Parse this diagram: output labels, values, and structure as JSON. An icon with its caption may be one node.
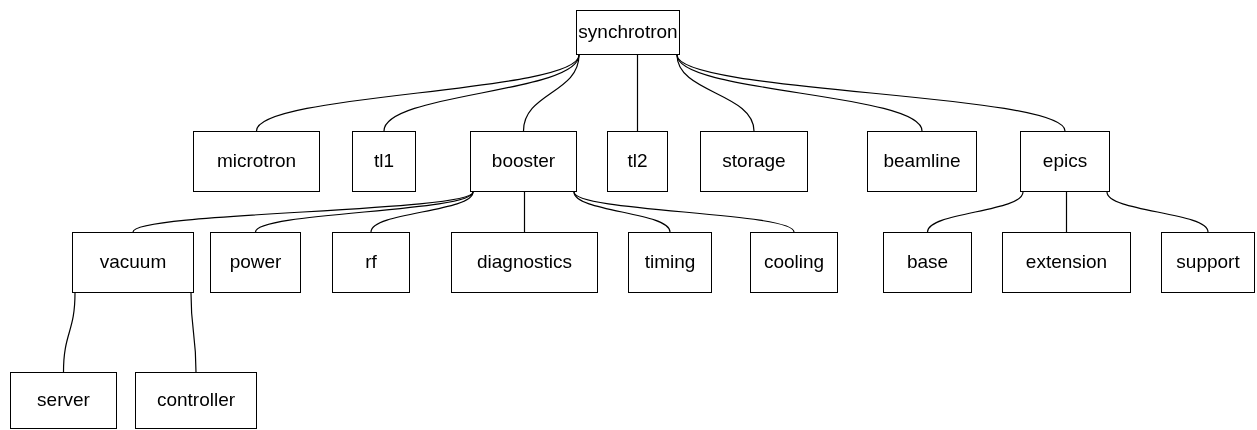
{
  "diagram": {
    "nodes": [
      {
        "text": [
          "synchrotron"
        ]
      },
      {
        "text": [
          "microtron"
        ]
      },
      {
        "text": [
          "tl1"
        ]
      },
      {
        "text": [
          "booster"
        ]
      },
      {
        "text": [
          "tl2"
        ]
      },
      {
        "text": [
          "storage"
        ]
      },
      {
        "text": [
          "beamline"
        ]
      },
      {
        "text": [
          "epics"
        ]
      },
      {
        "text": [
          "vacuum"
        ]
      },
      {
        "text": [
          "power"
        ]
      },
      {
        "text": [
          "rf"
        ]
      },
      {
        "text": [
          "diagnostics"
        ]
      },
      {
        "text": [
          "timing"
        ]
      },
      {
        "text": [
          "cooling"
        ]
      },
      {
        "text": [
          "base"
        ]
      },
      {
        "text": [
          "extension"
        ]
      },
      {
        "text": [
          "support"
        ]
      },
      {
        "text": [
          "server"
        ]
      },
      {
        "text": [
          "controller"
        ]
      }
    ],
    "edges": [
      {
        "from": 0,
        "to": 1,
        "arrow": "none"
      },
      {
        "from": 0,
        "to": 2,
        "arrow": "none"
      },
      {
        "from": 0,
        "to": 3,
        "arrow": "none"
      },
      {
        "from": 0,
        "to": 4,
        "arrow": "none"
      },
      {
        "from": 0,
        "to": 5,
        "arrow": "none"
      },
      {
        "from": 0,
        "to": 6,
        "arrow": "none"
      },
      {
        "from": 0,
        "to": 7,
        "arrow": "none"
      },
      {
        "from": 3,
        "to": 8,
        "arrow": "none"
      },
      {
        "from": 3,
        "to": 9,
        "arrow": "none"
      },
      {
        "from": 3,
        "to": 10,
        "arrow": "none"
      },
      {
        "from": 3,
        "to": 11,
        "arrow": "none"
      },
      {
        "from": 3,
        "to": 12,
        "arrow": "none"
      },
      {
        "from": 3,
        "to": 13,
        "arrow": "none"
      },
      {
        "from": 7,
        "to": 14,
        "arrow": "none"
      },
      {
        "from": 7,
        "to": 15,
        "arrow": "none"
      },
      {
        "from": 7,
        "to": 16,
        "arrow": "none"
      },
      {
        "from": 8,
        "to": 17,
        "arrow": "none"
      },
      {
        "from": 8,
        "to": 18,
        "arrow": "none"
      }
    ]
  }
}
